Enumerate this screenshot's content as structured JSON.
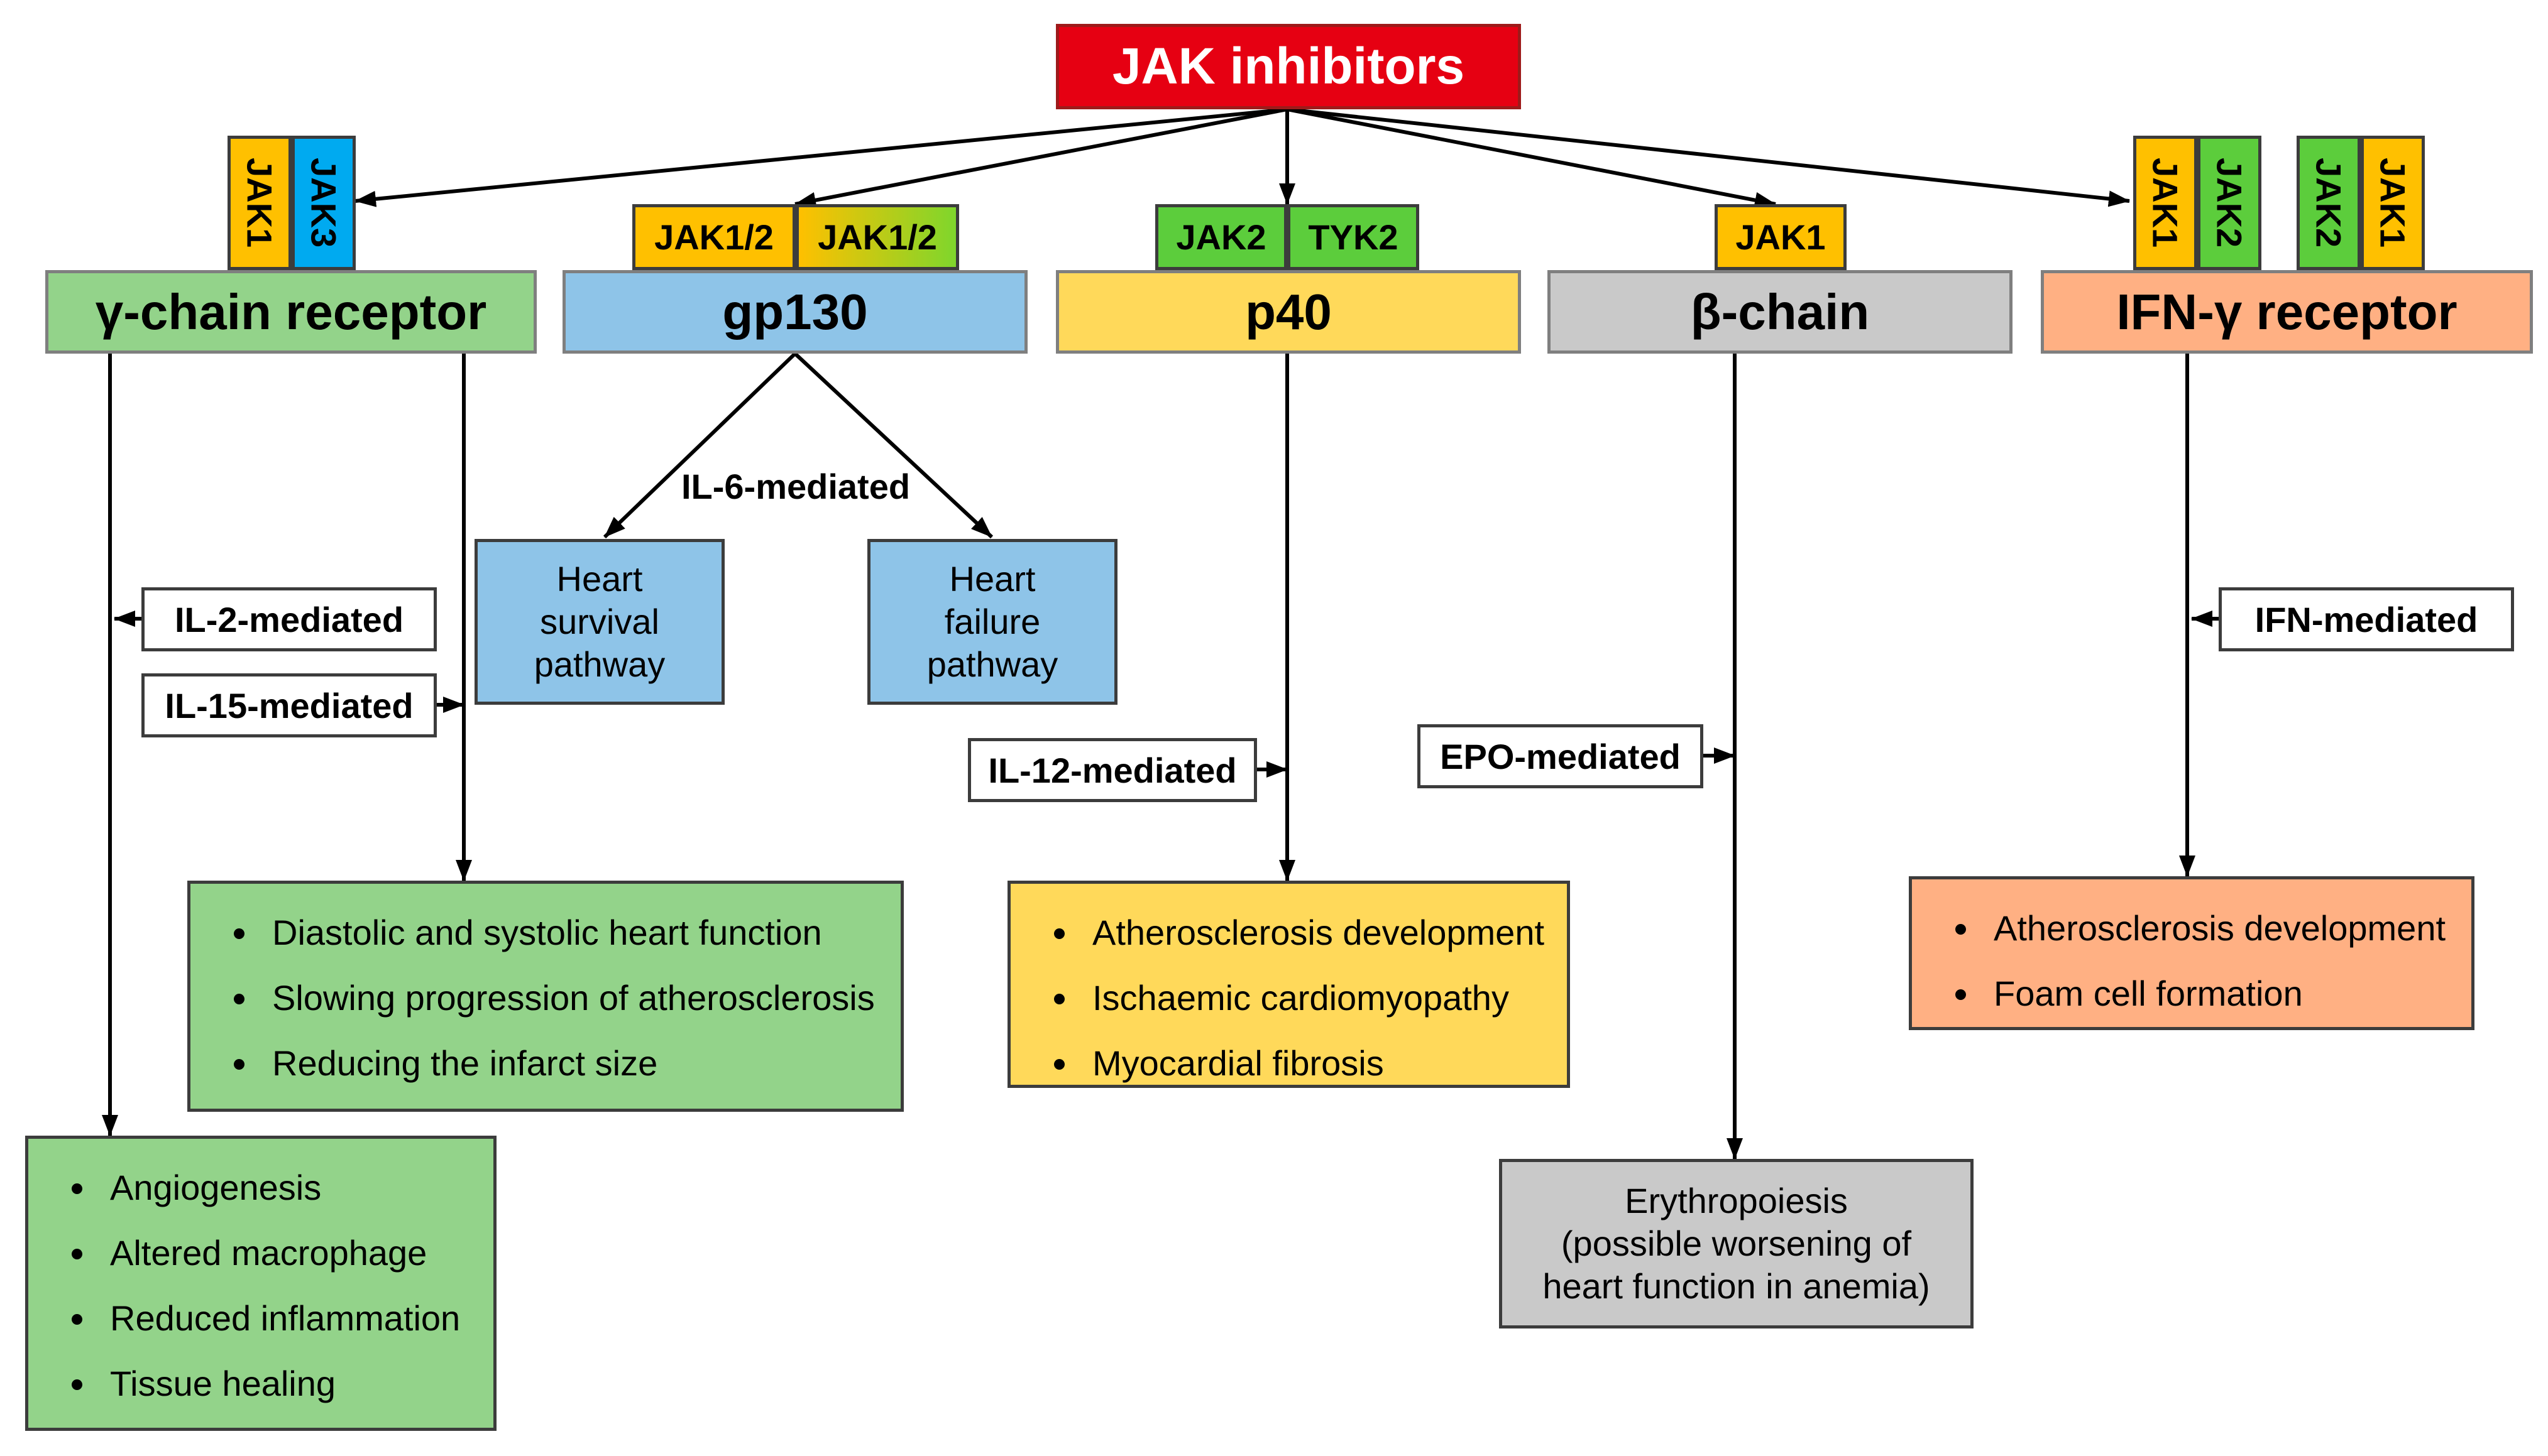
{
  "title": "JAK inhibitors",
  "colors": {
    "title": "#e60012",
    "gamma_chain": "#93d38a",
    "gp130": "#8ec4e8",
    "p40": "#ffd95a",
    "beta_chain": "#c9c9c9",
    "ifn": "#ffb083",
    "jak1": "#ffc000",
    "jak3": "#00aaf0",
    "jak2": "#5ccd3c",
    "tyk2": "#5ccd3c"
  },
  "receptors": {
    "gamma_chain": {
      "label": "γ-chain receptor",
      "jaks": [
        "JAK1",
        "JAK3"
      ],
      "il2": "IL-2-mediated",
      "il15": "IL-15-mediated",
      "outcome_a": [
        "Diastolic and systolic heart function",
        "Slowing progression of atherosclerosis",
        "Reducing the infarct size"
      ],
      "outcome_b": [
        "Angiogenesis",
        "Altered macrophage",
        "Reduced inflammation",
        "Tissue healing"
      ]
    },
    "gp130": {
      "label": "gp130",
      "jaks": [
        "JAK1/2",
        "JAK1/2"
      ],
      "mediator": "IL-6-mediated",
      "survival": [
        "Heart",
        "survival",
        "pathway"
      ],
      "failure": [
        "Heart",
        "failure",
        "pathway"
      ]
    },
    "p40": {
      "label": "p40",
      "jaks": [
        "JAK2",
        "TYK2"
      ],
      "mediator": "IL-12-mediated",
      "outcome": [
        "Atherosclerosis development",
        "Ischaemic cardiomyopathy",
        "Myocardial fibrosis"
      ]
    },
    "beta_chain": {
      "label": "β-chain",
      "jaks": [
        "JAK1"
      ],
      "mediator": "EPO-mediated",
      "outcome": [
        "Erythropoiesis",
        "(possible worsening of",
        "heart function in anemia)"
      ]
    },
    "ifn": {
      "label": "IFN-γ receptor",
      "jaks": [
        "JAK1",
        "JAK2",
        "JAK2",
        "JAK1"
      ],
      "mediator": "IFN-mediated",
      "outcome": [
        "Atherosclerosis development",
        "Foam cell formation"
      ]
    }
  }
}
